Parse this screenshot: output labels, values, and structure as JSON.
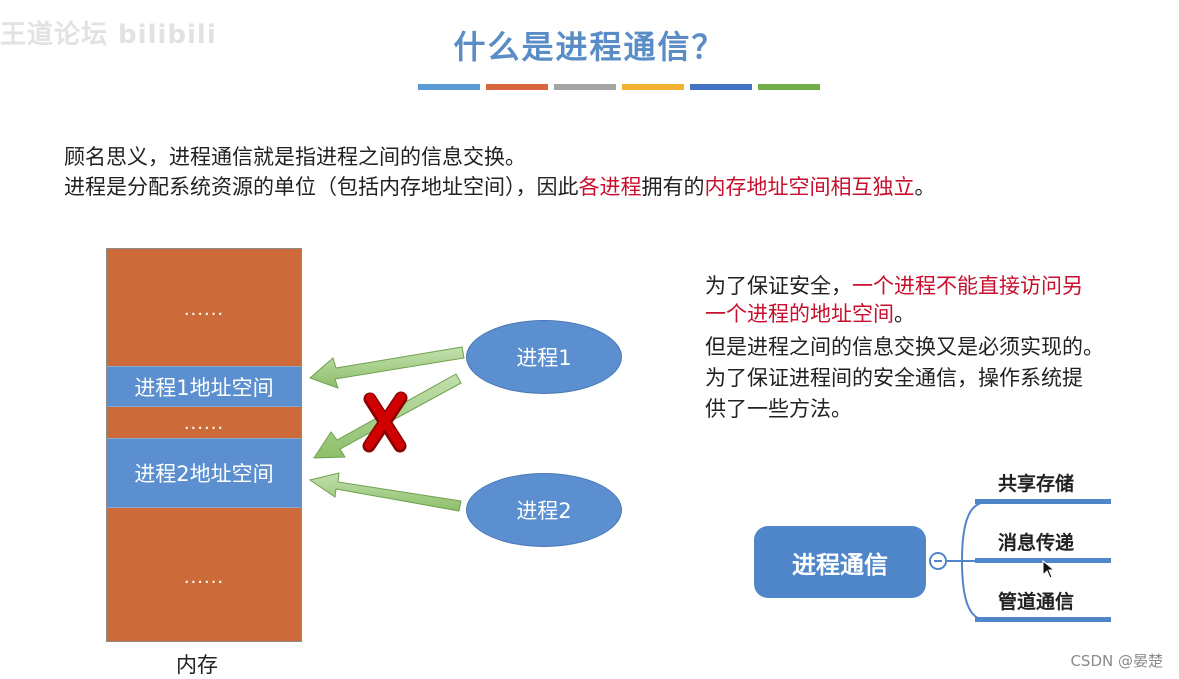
{
  "watermark": "王道论坛 bilibili",
  "title": "什么是进程通信？",
  "title_bar_colors": [
    "#5b9bd5",
    "#d9673e",
    "#a5a5a5",
    "#f2b233",
    "#4472c4",
    "#70ad47"
  ],
  "intro": {
    "line1": "顾名思义，进程通信就是指进程之间的信息交换。",
    "line2_a": "进程是分配系统资源的单位（包括内存地址空间），因此",
    "line2_red1": "各进程",
    "line2_b": "拥有的",
    "line2_red2": "内存地址空间相互独立",
    "line2_c": "。"
  },
  "memory": {
    "dots_top": "......",
    "segment1": "进程1地址空间",
    "dots_mid": "......",
    "segment2": "进程2地址空间",
    "dots_bottom": "......",
    "label": "内存"
  },
  "processes": {
    "p1": "进程1",
    "p2": "进程2"
  },
  "explanation": {
    "l1_a": "为了保证安全，",
    "l1_red": "一个进程不能直接访问另",
    "l2_red": "一个进程的地址空间",
    "l2_b": "。",
    "l3": "但是进程之间的信息交换又是必须实现的。",
    "l4": "为了保证进程间的安全通信，操作系统提",
    "l5": "供了一些方法。"
  },
  "mindmap": {
    "root": "进程通信",
    "branches": [
      "共享存储",
      "消息传递",
      "管道通信"
    ]
  },
  "footer": "CSDN @晏楚",
  "colors": {
    "memory_fill": "#cc6a3a",
    "segment_fill": "#5b8fcf",
    "arrow_fill": "#a8d08d",
    "cross": "#c00000",
    "accent_red": "#c8102e",
    "mindmap_blue": "#4f86c9"
  }
}
